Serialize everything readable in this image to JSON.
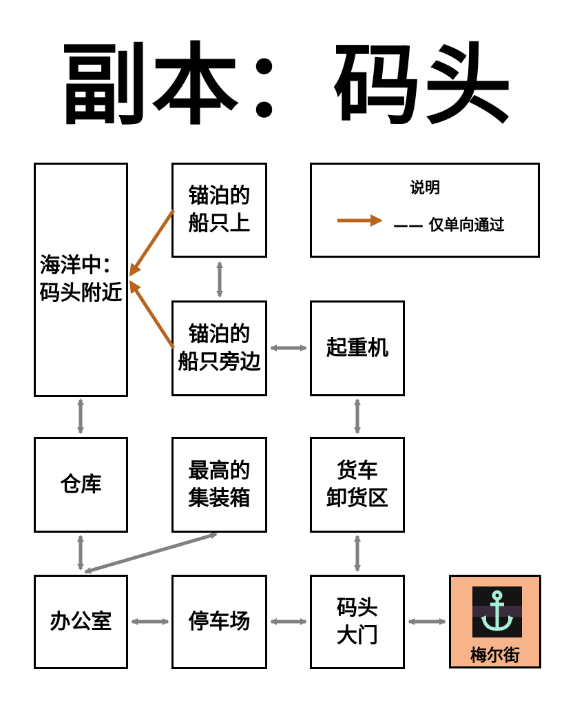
{
  "title": "副本：码头",
  "legend": {
    "title": "说明",
    "one_way_label": "—— 仅单向通过",
    "one_way_color": "#b8641c"
  },
  "nodes": {
    "ocean": "海洋中：\n码头附近",
    "ship_on": "锚泊的\n船只上",
    "ship_side": "锚泊的\n船只旁边",
    "crane": "起重机",
    "warehouse": "仓库",
    "container": "最高的\n集装箱",
    "truck": "货车\n卸货区",
    "office": "办公室",
    "parking": "停车场",
    "gate": "码头\n大门",
    "destination": "梅尔街"
  },
  "colors": {
    "two_way_arrow": "#808080",
    "destination_bg": "#f7b38a",
    "anchor_icon": "#a7f0d6"
  },
  "icons": {
    "destination": "anchor-icon"
  }
}
